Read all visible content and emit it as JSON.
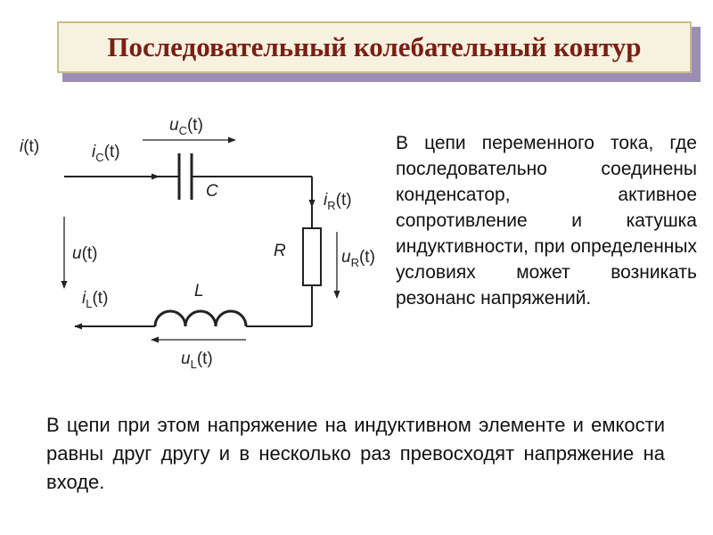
{
  "title": "Последовательный колебательный контур",
  "circuit": {
    "labels": {
      "i_total": {
        "sym": "i",
        "sub": "",
        "arg": "(t)"
      },
      "i_c": {
        "sym": "i",
        "sub": "C",
        "arg": "(t)"
      },
      "u_c": {
        "sym": "u",
        "sub": "C",
        "arg": "(t)"
      },
      "cap": {
        "sym": "C",
        "sub": "",
        "arg": ""
      },
      "i_r": {
        "sym": "i",
        "sub": "R",
        "arg": "(t)"
      },
      "res": {
        "sym": "R",
        "sub": "",
        "arg": ""
      },
      "u_r": {
        "sym": "u",
        "sub": "R",
        "arg": "(t)"
      },
      "u_total": {
        "sym": "u",
        "sub": "",
        "arg": "(t)"
      },
      "ind": {
        "sym": "L",
        "sub": "",
        "arg": ""
      },
      "i_l": {
        "sym": "i",
        "sub": "L",
        "arg": "(t)"
      },
      "u_l": {
        "sym": "u",
        "sub": "L",
        "arg": "(t)"
      }
    }
  },
  "text_right": "В цепи переменного тока, где последовательно соединены конденсатор, активное сопротивление и катушка индуктивности, при определенных условиях может возникать резонанс напряжений.",
  "text_bottom": "В цепи при этом напряжение на индуктивном элементе и емкости равны друг другу и в несколько раз превосходят напряжение на входе."
}
